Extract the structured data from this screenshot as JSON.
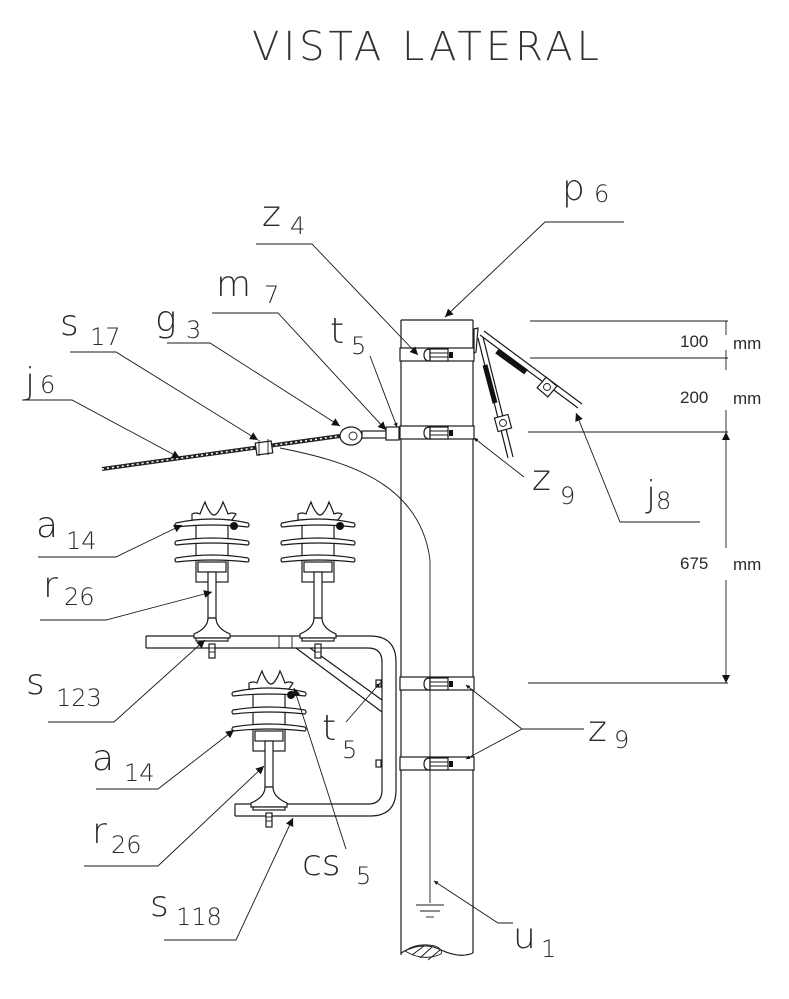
{
  "title": "VISTA LATERAL",
  "labels": {
    "p6": {
      "main": "p",
      "sub": "6"
    },
    "z4": {
      "main": "z",
      "sub": "4"
    },
    "m7": {
      "main": "m",
      "sub": "7"
    },
    "g3": {
      "main": "g",
      "sub": "3"
    },
    "t5_top": {
      "main": "t",
      "sub": "5"
    },
    "s17": {
      "main": "s",
      "sub": "17"
    },
    "j6": {
      "main": "j",
      "sub": "6"
    },
    "z9_top": {
      "main": "z",
      "sub": "9"
    },
    "j8": {
      "main": "j",
      "sub": "8"
    },
    "a14_top": {
      "main": "a",
      "sub": "14"
    },
    "r26_top": {
      "main": "r",
      "sub": "26"
    },
    "s123": {
      "main": "s",
      "sub": "123"
    },
    "t5_bottom": {
      "main": "t",
      "sub": "5"
    },
    "z9_bottom": {
      "main": "z",
      "sub": "9"
    },
    "a14_bottom": {
      "main": "a",
      "sub": "14"
    },
    "r26_bottom": {
      "main": "r",
      "sub": "26"
    },
    "cs5": {
      "main": "cs",
      "sub": "5"
    },
    "s118": {
      "main": "s",
      "sub": "118"
    },
    "u1": {
      "main": "u",
      "sub": "1"
    }
  },
  "dimensions": {
    "d1": {
      "value": "100",
      "unit": "mm"
    },
    "d2": {
      "value": "200",
      "unit": "mm"
    },
    "d3": {
      "value": "675",
      "unit": "mm"
    }
  }
}
